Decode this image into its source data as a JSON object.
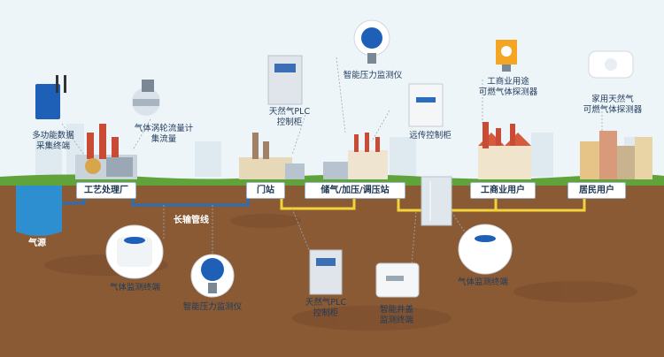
{
  "stations": {
    "process_plant": "工艺处理厂",
    "gate_station": "门站",
    "storage_station": "储气/加压/调压站",
    "industrial_user": "工商业用户",
    "resident_user": "居民用户"
  },
  "labels": {
    "gas_source": "气源",
    "long_pipeline": "长输管线",
    "multi_terminal": [
      "多功能数据",
      "采集终端"
    ],
    "vortex_meter": [
      "气体涡轮流量计",
      "集流量"
    ],
    "plc_top": [
      "天然气PLC",
      "控制柜"
    ],
    "pressure_top": "智能压力监测仪",
    "remote_cabinet": "远传控制柜",
    "industrial_detector": [
      "工商业用途",
      "可燃气体探测器"
    ],
    "home_detector": [
      "家用天然气",
      "可燃气体探测器"
    ],
    "gas_terminal_left": "气体监测终端",
    "pressure_bottom": "智能压力监测仪",
    "plc_bottom": [
      "天然气PLC",
      "控制柜"
    ],
    "manhole_terminal": [
      "智能井盖",
      "监测终端"
    ],
    "gas_terminal_right": "气体监测终端"
  },
  "colors": {
    "sky": "#eef5f9",
    "grass": "#5fa33a",
    "soil": "#8a5a35",
    "soil_dark": "#6e4424",
    "water": "#2e8fd0",
    "pipe_blue": "#2b6db8",
    "pipe_yellow": "#f3d23a",
    "device_blue": "#1e5fb8",
    "frame": "#d7e2ea"
  }
}
